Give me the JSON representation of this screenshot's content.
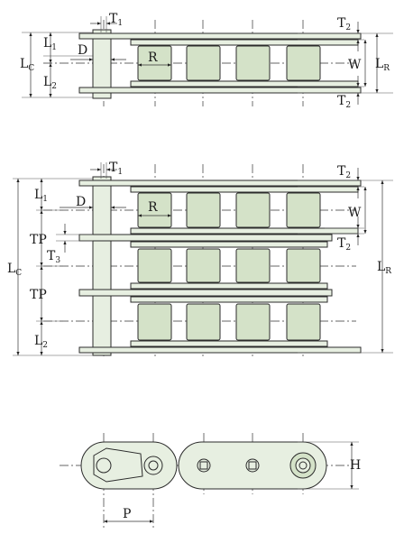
{
  "labels": {
    "T1": "T",
    "T1_sub": "1",
    "T2": "T",
    "T2_sub": "2",
    "T3": "T",
    "T3_sub": "3",
    "L1": "L",
    "L1_sub": "1",
    "L2": "L",
    "L2_sub": "2",
    "LC": "L",
    "LC_sub": "C",
    "LR": "L",
    "LR_sub": "R",
    "D": "D",
    "R": "R",
    "W": "W",
    "TP": "TP",
    "H": "H",
    "P": "P"
  },
  "colors": {
    "plate_fill": "#e7efe1",
    "roller_fill": "#d4e2c8",
    "line": "#2b2b2b"
  }
}
